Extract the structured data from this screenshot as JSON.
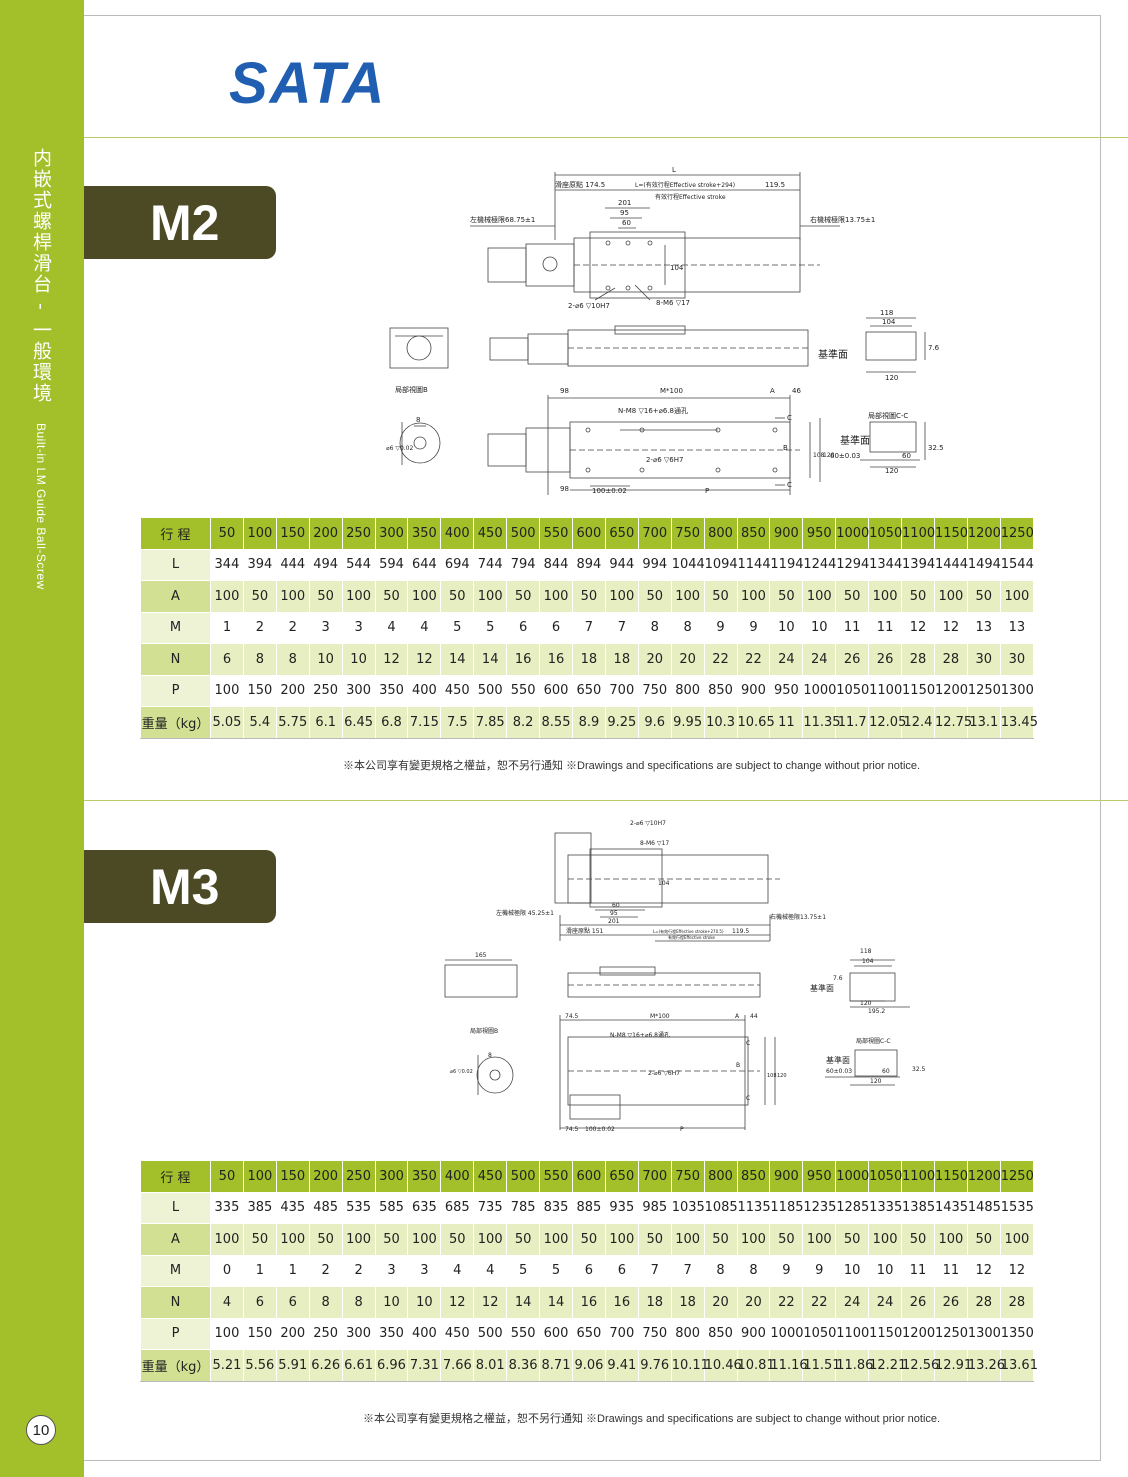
{
  "brand": {
    "logo": "SATA"
  },
  "sidebar": {
    "title_cn": "内嵌式螺桿滑台 - 一般環境",
    "title_en": "Built-in LM Guide  Ball-Screw",
    "page_number": "10"
  },
  "colors": {
    "accent_green": "#a3bf29",
    "tab_olive": "#4c4a25",
    "logo_blue": "#1f5eb1"
  },
  "sections": [
    {
      "model": "M2",
      "drawing": {
        "labels": {
          "L": "L",
          "slide_origin": "滑座原點 174.5",
          "effective_formula": "L=(有效行程Effective stroke+294)",
          "effective_stroke": "有效行程Effective stroke",
          "right_offset": "119.5",
          "d201": "201",
          "d95": "95",
          "d60": "60",
          "left_limit": "左機械極限68.75±1",
          "right_limit": "右機械極限13.75±1",
          "d104": "104",
          "pin_hole": "2-⌀6 ▽10H7",
          "tap": "8-M6 ▽17",
          "d118": "118",
          "d104b": "104",
          "d76": "7.6",
          "datum": "基準面",
          "d120": "120",
          "detail_b": "局部視圖B",
          "d8": "8",
          "d6": "⌀6 ▽0.02",
          "d98": "98",
          "m100": "M*100",
          "a_lbl": "A",
          "d46": "46",
          "n_hole": "N-M8 ▽16+⌀6.8通孔",
          "c_lbl": "C",
          "b_lbl": "B",
          "d108": "108",
          "d120v": "120",
          "pin6": "2-⌀6 ▽6H7",
          "d98b": "98",
          "d100": "100±0.02",
          "p_lbl": "P",
          "detail_c": "局部視圖C-C",
          "datum2": "基準面",
          "d60tol": "60±0.03",
          "d60b": "60",
          "d120b": "120",
          "d325": "32.5"
        }
      },
      "table": {
        "header_label": "行 程",
        "strokes": [
          "50",
          "100",
          "150",
          "200",
          "250",
          "300",
          "350",
          "400",
          "450",
          "500",
          "550",
          "600",
          "650",
          "700",
          "750",
          "800",
          "850",
          "900",
          "950",
          "1000",
          "1050",
          "1100",
          "1150",
          "1200",
          "1250"
        ],
        "rows": [
          {
            "label": "L",
            "values": [
              "344",
              "394",
              "444",
              "494",
              "544",
              "594",
              "644",
              "694",
              "744",
              "794",
              "844",
              "894",
              "944",
              "994",
              "1044",
              "1094",
              "1144",
              "1194",
              "1244",
              "1294",
              "1344",
              "1394",
              "1444",
              "1494",
              "1544"
            ]
          },
          {
            "label": "A",
            "values": [
              "100",
              "50",
              "100",
              "50",
              "100",
              "50",
              "100",
              "50",
              "100",
              "50",
              "100",
              "50",
              "100",
              "50",
              "100",
              "50",
              "100",
              "50",
              "100",
              "50",
              "100",
              "50",
              "100",
              "50",
              "100"
            ]
          },
          {
            "label": "M",
            "values": [
              "1",
              "2",
              "2",
              "3",
              "3",
              "4",
              "4",
              "5",
              "5",
              "6",
              "6",
              "7",
              "7",
              "8",
              "8",
              "9",
              "9",
              "10",
              "10",
              "11",
              "11",
              "12",
              "12",
              "13",
              "13"
            ]
          },
          {
            "label": "N",
            "values": [
              "6",
              "8",
              "8",
              "10",
              "10",
              "12",
              "12",
              "14",
              "14",
              "16",
              "16",
              "18",
              "18",
              "20",
              "20",
              "22",
              "22",
              "24",
              "24",
              "26",
              "26",
              "28",
              "28",
              "30",
              "30"
            ]
          },
          {
            "label": "P",
            "values": [
              "100",
              "150",
              "200",
              "250",
              "300",
              "350",
              "400",
              "450",
              "500",
              "550",
              "600",
              "650",
              "700",
              "750",
              "800",
              "850",
              "900",
              "950",
              "1000",
              "1050",
              "1100",
              "1150",
              "1200",
              "1250",
              "1300"
            ]
          },
          {
            "label": "重量（kg）",
            "values": [
              "5.05",
              "5.4",
              "5.75",
              "6.1",
              "6.45",
              "6.8",
              "7.15",
              "7.5",
              "7.85",
              "8.2",
              "8.55",
              "8.9",
              "9.25",
              "9.6",
              "9.95",
              "10.3",
              "10.65",
              "11",
              "11.35",
              "11.7",
              "12.05",
              "12.4",
              "12.75",
              "13.1",
              "13.45"
            ]
          }
        ]
      },
      "notice": "※本公司享有變更規格之權益，恕不另行通知 ※Drawings and specifications are subject to change without prior notice."
    },
    {
      "model": "M3",
      "drawing": {
        "labels": {
          "pin_hole": "2-⌀6 ▽10H7",
          "tap": "8-M6 ▽17",
          "d104": "104",
          "d60": "60",
          "d95": "95",
          "d201": "201",
          "left_limit": "左機械極限 45.25±1",
          "right_limit": "右機械極限13.75±1",
          "slide_origin": "滑座原點 151",
          "effective_formula": "L=(有效行程Effective stroke+270.5)",
          "effective_stroke": "有效行程Effective stroke",
          "right_offset": "119.5",
          "d165": "165",
          "d118": "118",
          "d104b": "104",
          "d76": "7.6",
          "datum": "基準面",
          "d120": "120",
          "d1952": "195.2",
          "d745": "74.5",
          "m100": "M*100",
          "a_lbl": "A",
          "d44": "44",
          "detail_b": "局部視圖B",
          "n_hole": "N-M8 ▽16+⌀6.8通孔",
          "c_lbl": "C",
          "d8": "8",
          "d6": "⌀6 ▽0.02",
          "b_lbl": "B",
          "pin6": "2-⌀6 ▽6H7",
          "d108": "108",
          "d120v": "120",
          "detail_c": "局部視圖C-C",
          "datum2": "基準面",
          "d60tol": "60±0.03",
          "d60b": "60",
          "d120b": "120",
          "d325": "32.5",
          "d745b": "74.5",
          "d100": "100±0.02",
          "p_lbl": "P"
        }
      },
      "table": {
        "header_label": "行 程",
        "strokes": [
          "50",
          "100",
          "150",
          "200",
          "250",
          "300",
          "350",
          "400",
          "450",
          "500",
          "550",
          "600",
          "650",
          "700",
          "750",
          "800",
          "850",
          "900",
          "950",
          "1000",
          "1050",
          "1100",
          "1150",
          "1200",
          "1250"
        ],
        "rows": [
          {
            "label": "L",
            "values": [
              "335",
              "385",
              "435",
              "485",
              "535",
              "585",
              "635",
              "685",
              "735",
              "785",
              "835",
              "885",
              "935",
              "985",
              "1035",
              "1085",
              "1135",
              "1185",
              "1235",
              "1285",
              "1335",
              "1385",
              "1435",
              "1485",
              "1535"
            ]
          },
          {
            "label": "A",
            "values": [
              "100",
              "50",
              "100",
              "50",
              "100",
              "50",
              "100",
              "50",
              "100",
              "50",
              "100",
              "50",
              "100",
              "50",
              "100",
              "50",
              "100",
              "50",
              "100",
              "50",
              "100",
              "50",
              "100",
              "50",
              "100"
            ]
          },
          {
            "label": "M",
            "values": [
              "0",
              "1",
              "1",
              "2",
              "2",
              "3",
              "3",
              "4",
              "4",
              "5",
              "5",
              "6",
              "6",
              "7",
              "7",
              "8",
              "8",
              "9",
              "9",
              "10",
              "10",
              "11",
              "11",
              "12",
              "12"
            ]
          },
          {
            "label": "N",
            "values": [
              "4",
              "6",
              "6",
              "8",
              "8",
              "10",
              "10",
              "12",
              "12",
              "14",
              "14",
              "16",
              "16",
              "18",
              "18",
              "20",
              "20",
              "22",
              "22",
              "24",
              "24",
              "26",
              "26",
              "28",
              "28"
            ]
          },
          {
            "label": "P",
            "values": [
              "100",
              "150",
              "200",
              "250",
              "300",
              "350",
              "400",
              "450",
              "500",
              "550",
              "600",
              "650",
              "700",
              "750",
              "800",
              "850",
              "900",
              "1000",
              "1050",
              "1100",
              "1150",
              "1200",
              "1250",
              "1300",
              "1350"
            ]
          },
          {
            "label": "重量（kg）",
            "values": [
              "5.21",
              "5.56",
              "5.91",
              "6.26",
              "6.61",
              "6.96",
              "7.31",
              "7.66",
              "8.01",
              "8.36",
              "8.71",
              "9.06",
              "9.41",
              "9.76",
              "10.11",
              "10.46",
              "10.81",
              "11.16",
              "11.51",
              "11.86",
              "12.21",
              "12.56",
              "12.91",
              "13.26",
              "13.61"
            ]
          }
        ]
      },
      "notice": "※本公司享有變更規格之權益，恕不另行通知 ※Drawings and specifications are subject to change without prior notice."
    }
  ]
}
